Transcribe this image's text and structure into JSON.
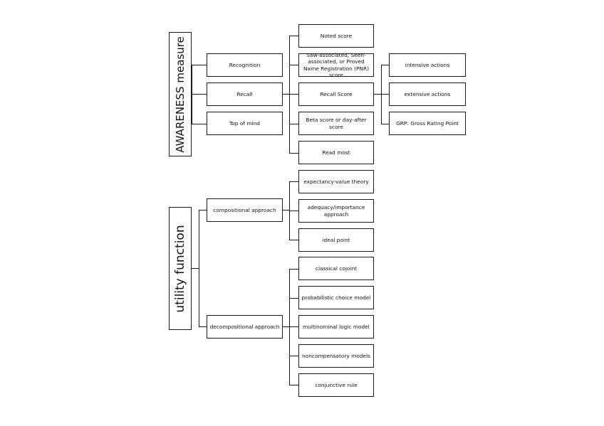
{
  "awareness": {
    "title": "AWARENESS measure",
    "level1": [
      "Recognition",
      "Recall",
      "Top of mind"
    ],
    "level2": [
      "Noted score",
      "Saw-associated, Seen-associated, or Proved Name Registration (PNR) score",
      "Recall Score",
      "Beta score or day-after score",
      "Read most"
    ],
    "level3": [
      "intensive actions",
      "extensive actions",
      "GRP: Gross Rating Point"
    ]
  },
  "utility": {
    "title": "utility function",
    "compositional": {
      "label": "compositional approach",
      "children": [
        "expectancy-value theory",
        "adequacy/importance approach",
        "ideal point"
      ]
    },
    "decompositional": {
      "label": "decompositional approach",
      "children": [
        "classical cojoint",
        "probabilistic choice model",
        "multinominal logic model",
        "noncompensatory models",
        "conjunctive rule"
      ]
    }
  }
}
